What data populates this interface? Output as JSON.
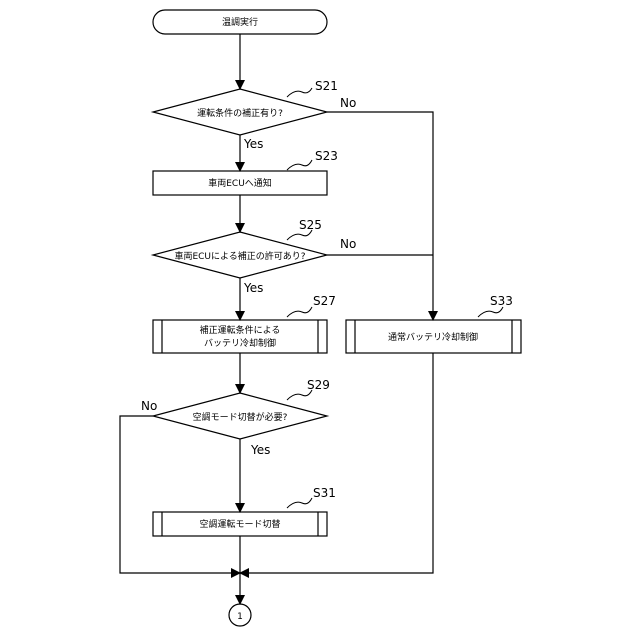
{
  "flowchart": {
    "start": "温調実行",
    "s21": {
      "step": "S21",
      "text": "運転条件の補正有り?",
      "no": "No",
      "yes": "Yes"
    },
    "s23": {
      "step": "S23",
      "text": "車両ECUへ通知"
    },
    "s25": {
      "step": "S25",
      "text": "車両ECUによる補正の許可あり?",
      "no": "No",
      "yes": "Yes"
    },
    "s27": {
      "step": "S27",
      "line1": "補正運転条件による",
      "line2": "バッテリ冷却制御"
    },
    "s33": {
      "step": "S33",
      "text": "通常バッテリ冷却制御"
    },
    "s29": {
      "step": "S29",
      "text": "空調モード切替が必要?",
      "no": "No",
      "yes": "Yes"
    },
    "s31": {
      "step": "S31",
      "text": "空調運転モード切替"
    },
    "connector": "1"
  }
}
